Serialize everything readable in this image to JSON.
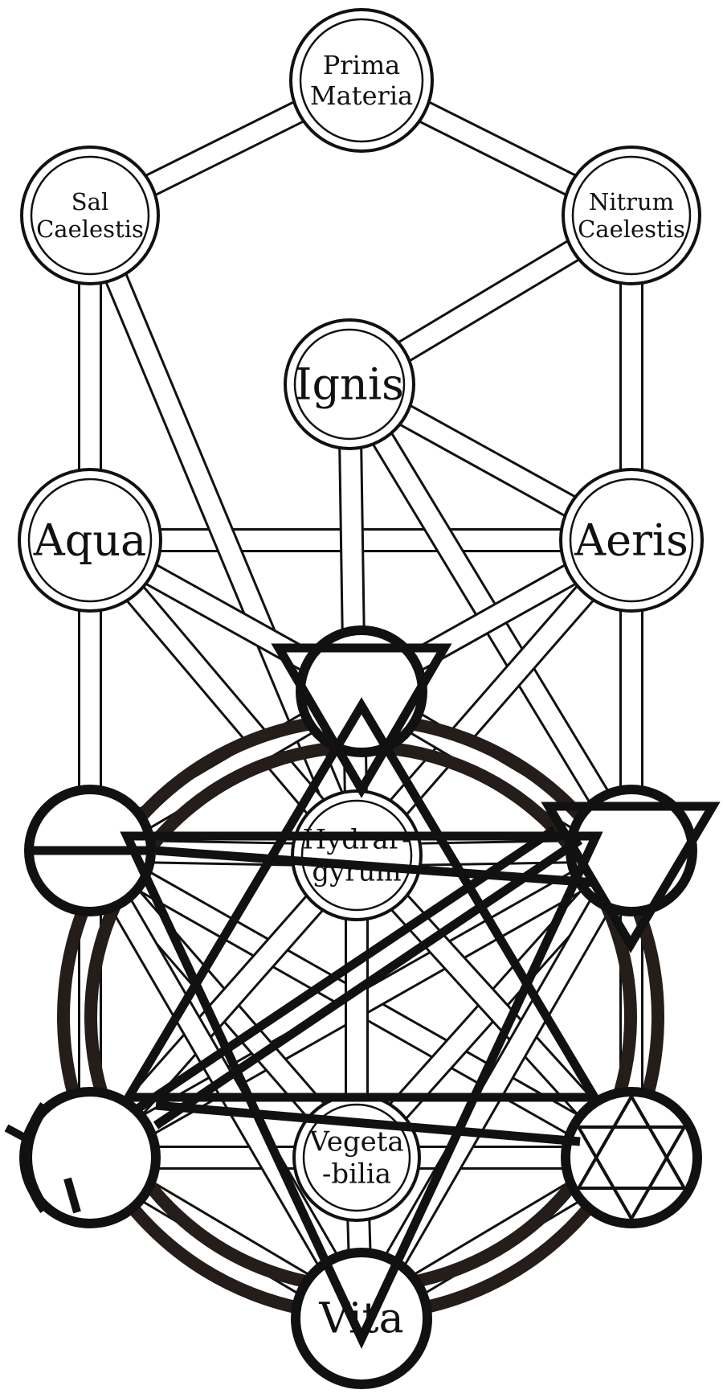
{
  "colors": {
    "ink": "#111111",
    "ring": "#241d1a",
    "paper": "#ffffff"
  },
  "nodes": [
    {
      "id": "prima-materia",
      "lines": [
        "Prima",
        "Materia"
      ],
      "symbol": ""
    },
    {
      "id": "sal-caelestis",
      "lines": [
        "Sal",
        "Caelestis"
      ],
      "symbol": ""
    },
    {
      "id": "nitrum-caelestis",
      "lines": [
        "Nitrum",
        "Caelestis"
      ],
      "symbol": ""
    },
    {
      "id": "ignis",
      "lines": [
        "Ignis"
      ],
      "symbol": ""
    },
    {
      "id": "aqua",
      "lines": [
        "Aqua"
      ],
      "symbol": ""
    },
    {
      "id": "aeris",
      "lines": [
        "Aeris"
      ],
      "symbol": ""
    },
    {
      "id": "water-triangle",
      "lines": [],
      "symbol": "down-triangle-icon"
    },
    {
      "id": "salt-symbol",
      "lines": [],
      "symbol": "salt-icon"
    },
    {
      "id": "earth-triangle",
      "lines": [],
      "symbol": "down-triangle-icon"
    },
    {
      "id": "hydrargyrum",
      "lines": [
        "Hydrar-",
        "gyrum"
      ],
      "symbol": ""
    },
    {
      "id": "moon-symbol",
      "lines": [],
      "symbol": "crescent-moon-icon"
    },
    {
      "id": "hexagram-symbol",
      "lines": [],
      "symbol": "hexagram-icon"
    },
    {
      "id": "vegetabilia",
      "lines": [
        "Vegeta",
        "-bilia"
      ],
      "symbol": ""
    },
    {
      "id": "vita",
      "lines": [
        "Vita"
      ],
      "symbol": ""
    }
  ]
}
